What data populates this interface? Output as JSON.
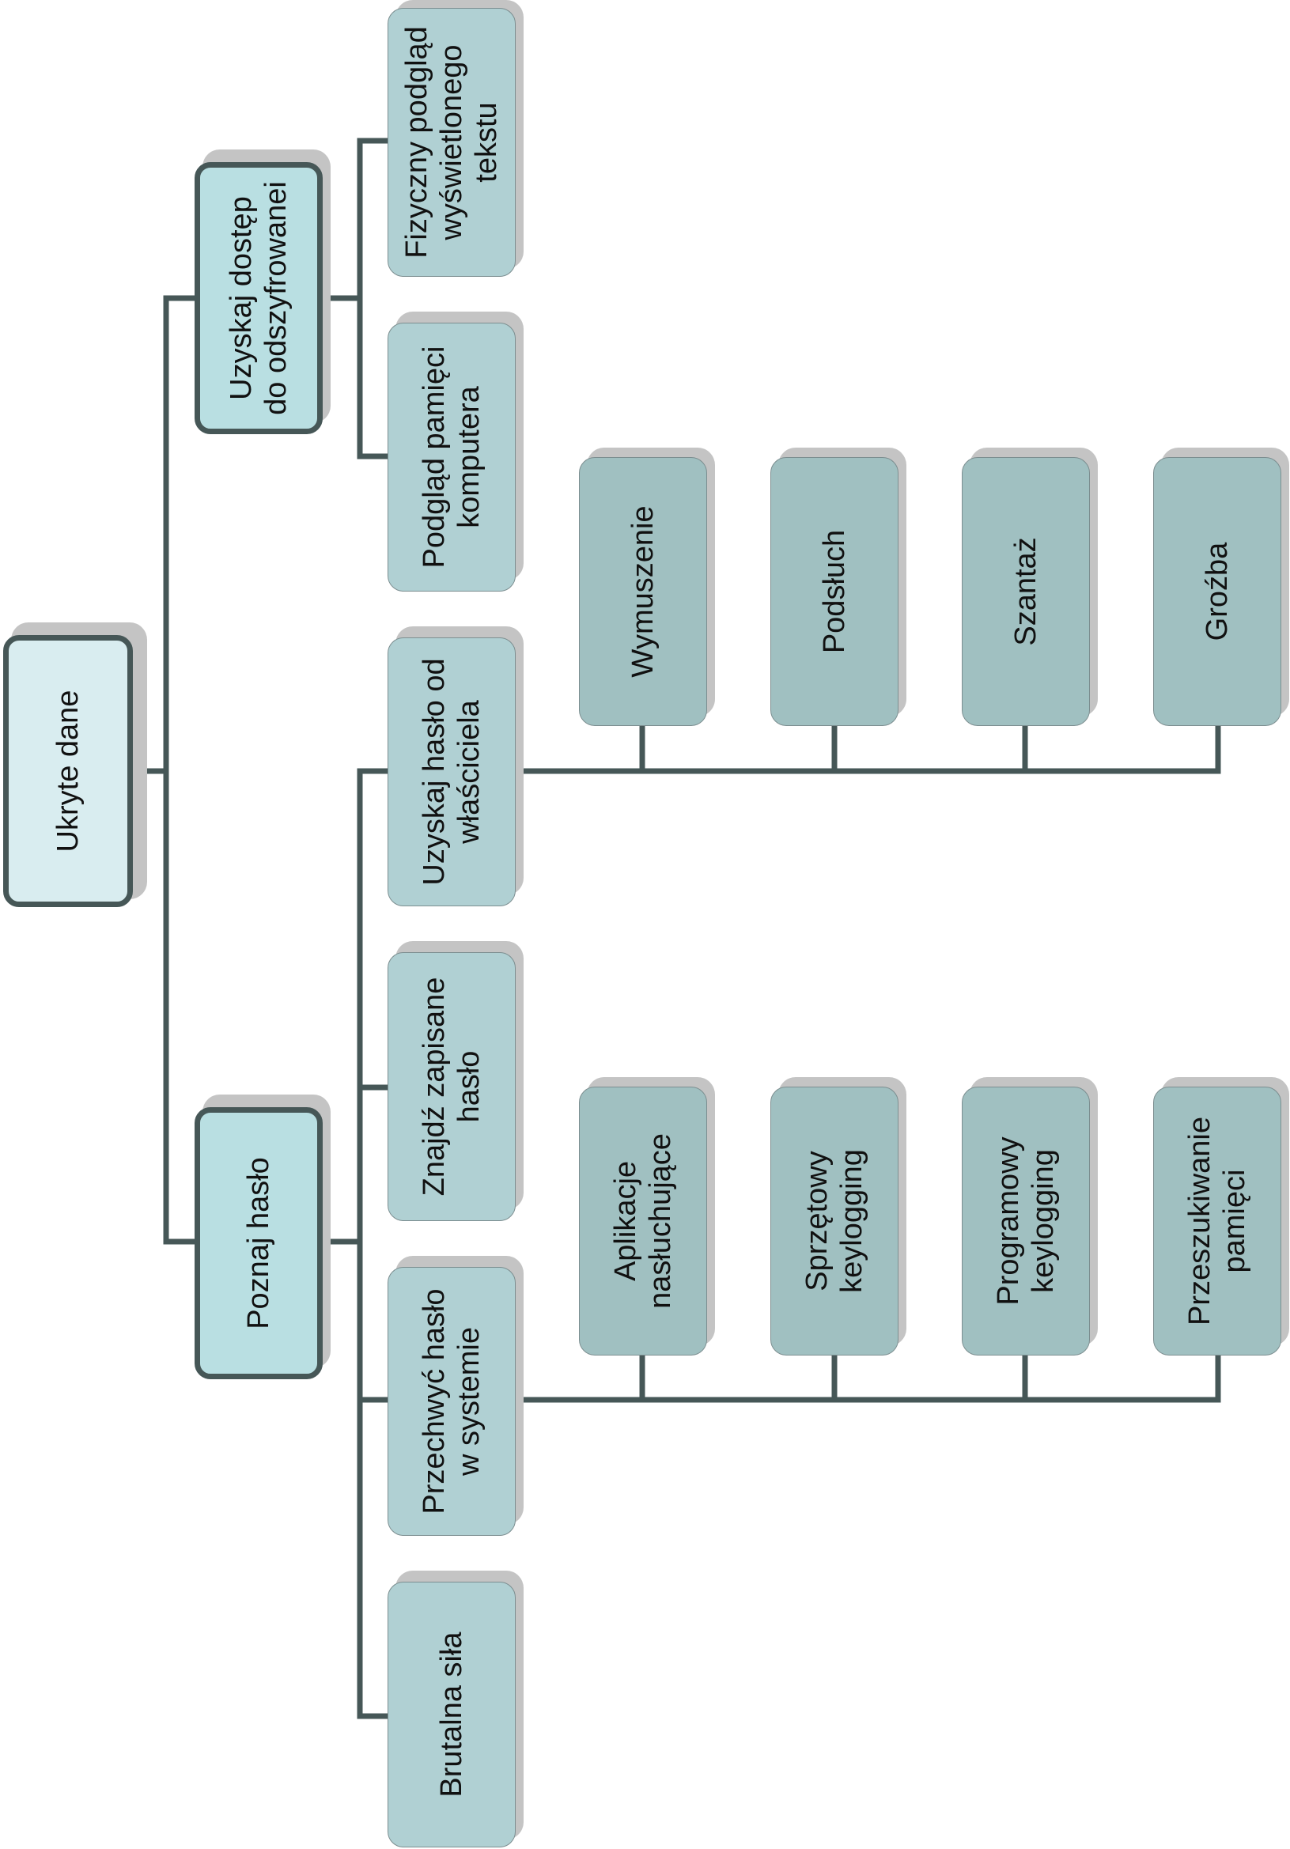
{
  "colors": {
    "connector": "#465757",
    "shadow": "#c4c4c4",
    "root_fill": "#d9edf0",
    "level1_fill": "#b9dfe2",
    "level2_fill": "#b0d0d3",
    "level3_fill": "#a0c0c1"
  },
  "nodes": {
    "root": "Ukryte dane",
    "decrypted_access": "Uzyskaj dostęp do odszyfrowanei",
    "learn_password": "Poznaj hasło",
    "physical_view": "Fizyczny podgląd wyświetlonego tekstu",
    "memory_view": "Podgląd pamięci komputera",
    "get_from_owner": "Uzyskaj hasło od właściciela",
    "find_written": "Znajdź zapisane hasło",
    "intercept": "Przechwyć hasło w systemie",
    "brute_force": "Brutalna siła",
    "extortion": "Wymuszenie",
    "eavesdrop": "Podsłuch",
    "blackmail": "Szantaż",
    "threat": "Groźba",
    "listening_apps": "Aplikacje nasłuchujące",
    "hw_keylogging": "Sprzętowy keylogging",
    "sw_keylogging": "Programowy keylogging",
    "memory_search": "Przeszukiwanie pamięci"
  }
}
